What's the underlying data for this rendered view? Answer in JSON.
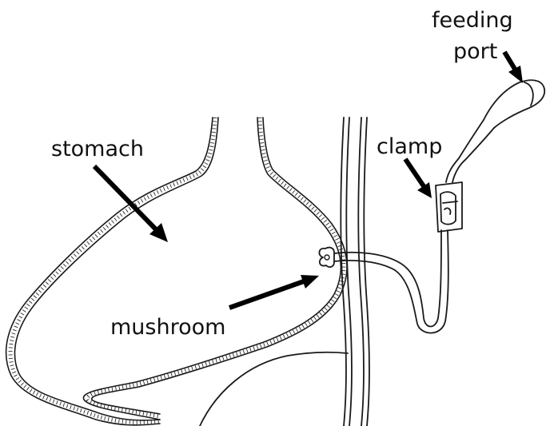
{
  "labels": {
    "feeding": "feeding",
    "port": "port",
    "stomach": "stomach",
    "clamp": "clamp",
    "mushroom": "mushroom"
  },
  "colors": {
    "line": "#1a1a1a",
    "text": "#111111",
    "background": "#ffffff"
  }
}
